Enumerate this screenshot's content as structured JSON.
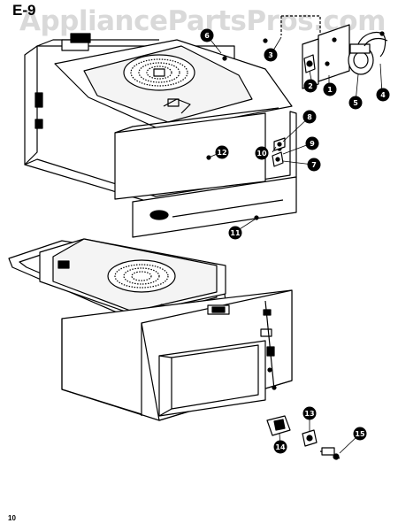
{
  "watermark": "AppliancePartsPros.com",
  "figure_label": "E-9",
  "page_number": "10",
  "callouts": [
    "1",
    "2",
    "3",
    "4",
    "5",
    "6",
    "7",
    "8",
    "9",
    "10",
    "11",
    "12",
    "13",
    "14",
    "15"
  ]
}
